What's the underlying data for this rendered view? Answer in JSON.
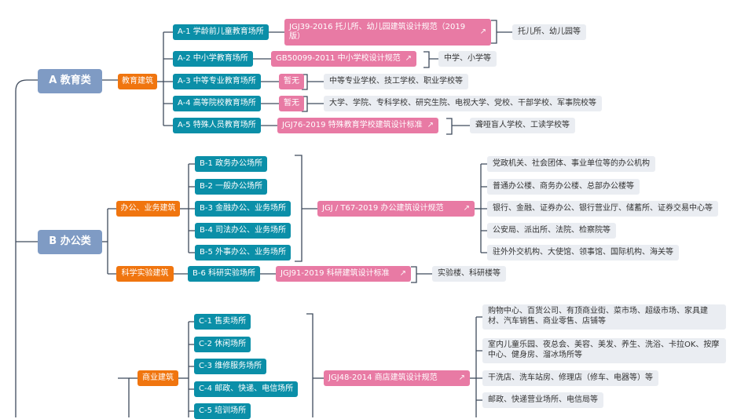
{
  "colors": {
    "line": "#3e4a5c",
    "category": "#7f9bc4",
    "group": "#f0750f",
    "sub": "#0b8fa8",
    "standard": "#e87aa4",
    "note": "#eaedf2"
  },
  "icons": {
    "external_link": "external-link-icon"
  },
  "categories": [
    {
      "label": "A 教育类",
      "groups": [
        {
          "label": "教育建筑",
          "subs": [
            {
              "label": "A-1 学龄前儿童教育场所",
              "standard": "JGJ39-2016 托儿所、幼儿园建筑设计规范（2019版）",
              "note": "托儿所、幼儿园等"
            },
            {
              "label": "A-2 中小学教育场所",
              "standard": "GB50099-2011 中小学校设计规范",
              "note": "中学、小学等"
            },
            {
              "label": "A-3 中等专业教育场所",
              "standard": "暂无",
              "note": "中等专业学校、技工学校、职业学校等"
            },
            {
              "label": "A-4 高等院校教育场所",
              "standard": "暂无",
              "note": "大学、学院、专科学校、研究生院、电视大学、党校、干部学校、军事院校等"
            },
            {
              "label": "A-5 特殊人员教育场所",
              "standard": "JGJ76-2019 特殊教育学校建筑设计标准",
              "note": "聋哑盲人学校、工读学校等"
            }
          ]
        }
      ]
    },
    {
      "label": "B 办公类",
      "groups": [
        {
          "label": "办公、业务建筑",
          "subs": [
            {
              "label": "B-1 政务办公场所"
            },
            {
              "label": "B-2 一般办公场所"
            },
            {
              "label": "B-3 金融办公、业务场所"
            },
            {
              "label": "B-4 司法办公、业务场所"
            },
            {
              "label": "B-5 外事办公、业务场所"
            }
          ],
          "standard": "JGJ / T67-2019 办公建筑设计规范",
          "notes": [
            "党政机关、社会团体、事业单位等的办公机构",
            "普通办公楼、商务办公楼、总部办公楼等",
            "银行、金融、证券办公、银行营业厅、储蓄所、证券交易中心等",
            "公安局、派出所、法院、检察院等",
            "驻外外交机构、大使馆、领事馆、国际机构、海关等"
          ]
        },
        {
          "label": "科学实验建筑",
          "subs": [
            {
              "label": "B-6 科研实验场所",
              "standard": "JGJ91-2019 科研建筑设计标准",
              "note": "实验楼、科研楼等"
            }
          ]
        }
      ]
    },
    {
      "label": "",
      "groups": [
        {
          "label": "商业建筑",
          "subs": [
            {
              "label": "C-1 售卖场所"
            },
            {
              "label": "C-2 休闲场所"
            },
            {
              "label": "C-3 维修服务场所"
            },
            {
              "label": "C-4 邮政、快递、电信场所"
            },
            {
              "label": "C-5 培训场所"
            }
          ],
          "standard": "JGJ48-2014 商店建筑设计规范",
          "notes": [
            "购物中心、百货公司、有顶商业街、菜市场、超级市场、家具建材、汽车销售、商业零售、店铺等",
            "室内儿童乐园、夜总会、美容、美发、养生、洗浴、卡拉OK、按摩中心、健身房、溜冰场所等",
            "干洗店、洗车站房、修理店（修车、电器等）等",
            "邮政、快递营业场所、电信局等"
          ]
        }
      ]
    }
  ]
}
